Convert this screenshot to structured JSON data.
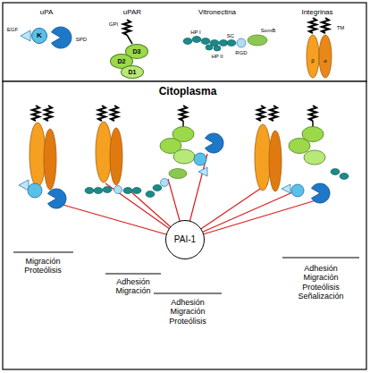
{
  "diagram": {
    "nodes": [
      {
        "text": [
          "K"
        ]
      },
      {
        "text": [
          "D3"
        ]
      },
      {
        "text": [
          "D2"
        ]
      },
      {
        "text": [
          "D1"
        ]
      },
      {
        "text": [
          "PAI-1"
        ]
      }
    ],
    "labels": [
      "uPA",
      "uPAR",
      "Vitronectina",
      "Integrinas",
      "EGF",
      "SPD",
      "GPI",
      "HP I",
      "SC",
      "HP II",
      "RGD",
      "SomB",
      "TM",
      "β",
      "α",
      "Citoplasma",
      "Migración Proteólisis",
      "Adhesión Migración",
      "Adhesión Migración Proteólisis",
      "Adhesión Migración Proteólisis Señalización"
    ]
  }
}
